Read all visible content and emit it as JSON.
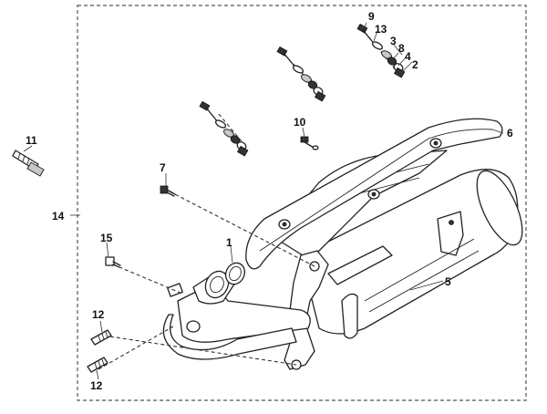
{
  "callouts": [
    {
      "key": "c1",
      "text": "1"
    },
    {
      "key": "c2",
      "text": "2"
    },
    {
      "key": "c3",
      "text": "3"
    },
    {
      "key": "c4",
      "text": "4"
    },
    {
      "key": "c5",
      "text": "5"
    },
    {
      "key": "c6",
      "text": "6"
    },
    {
      "key": "c7",
      "text": "7"
    },
    {
      "key": "c8",
      "text": "8"
    },
    {
      "key": "c9",
      "text": "9"
    },
    {
      "key": "c10",
      "text": "10"
    },
    {
      "key": "c11",
      "text": "11"
    },
    {
      "key": "c12a",
      "text": "12"
    },
    {
      "key": "c12b",
      "text": "12"
    },
    {
      "key": "c13",
      "text": "13"
    },
    {
      "key": "c14",
      "text": "14"
    },
    {
      "key": "c15",
      "text": "15"
    }
  ]
}
